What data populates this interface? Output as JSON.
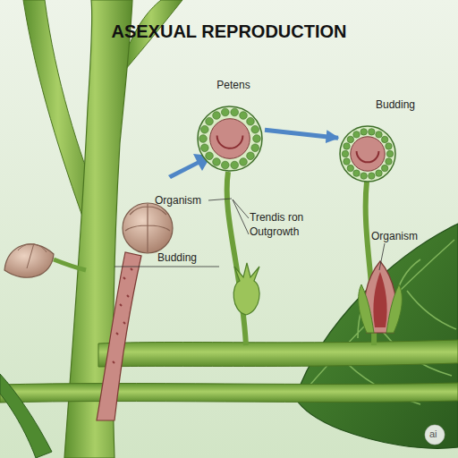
{
  "diagram": {
    "title": "ASEXUAL REPRODUCTION",
    "nodes": [
      {
        "text": [
          "Petens"
        ]
      },
      {
        "text": [
          "Budding"
        ]
      }
    ],
    "edges": [
      {
        "from": 0,
        "to": 1,
        "arrow": "to"
      }
    ],
    "labels": [
      "Organism",
      "Trendis ron Outgrowth",
      "Budding",
      "Organism",
      "ai"
    ]
  }
}
